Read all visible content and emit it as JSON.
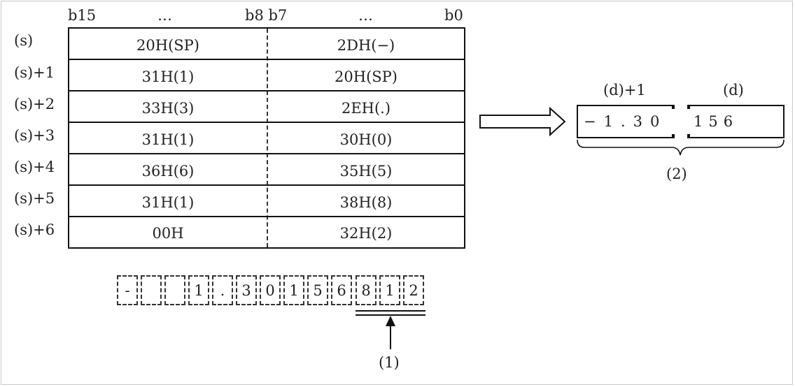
{
  "bit_labels": {
    "b15": "b15",
    "dots_left": "…",
    "b8_b7": "b8 b7",
    "dots_right": "…",
    "b0": "b0"
  },
  "rows": [
    {
      "label": "(s)",
      "high": "20H(SP)",
      "low": "2DH(−)"
    },
    {
      "label": "(s)+1",
      "high": "31H(1)",
      "low": "20H(SP)"
    },
    {
      "label": "(s)+2",
      "high": "33H(3)",
      "low": "2EH(.)"
    },
    {
      "label": "(s)+3",
      "high": "31H(1)",
      "low": "30H(0)"
    },
    {
      "label": "(s)+4",
      "high": "36H(6)",
      "low": "35H(5)"
    },
    {
      "label": "(s)+5",
      "high": "31H(1)",
      "low": "38H(8)"
    },
    {
      "label": "(s)+6",
      "high": "00H",
      "low": "32H(2)"
    }
  ],
  "result": {
    "d1_label": "(d)+1",
    "d_label": "(d)",
    "d1_value": "−1.30",
    "d_value": "156",
    "brace_label": "(2)"
  },
  "chars": [
    "-",
    "",
    "",
    "1",
    ".",
    "3",
    "0",
    "1",
    "5",
    "6",
    "8",
    "1",
    "2"
  ],
  "pointer_label": "(1)"
}
